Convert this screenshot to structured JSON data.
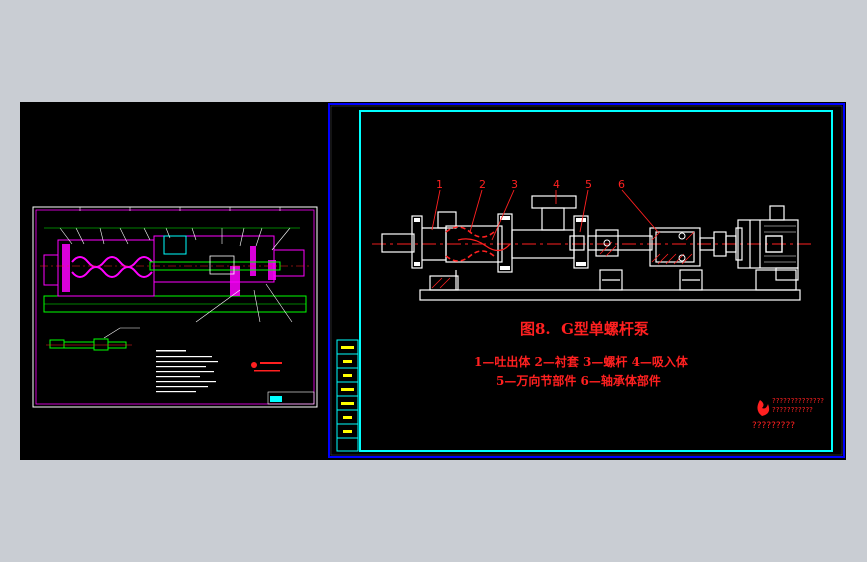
{
  "main_drawing": {
    "callouts": [
      "1",
      "2",
      "3",
      "4",
      "5",
      "6"
    ],
    "title": "图8.  G型单螺杆泵",
    "legend_line1": "1—吐出体 2—衬套 3—螺杆 4—吸入体",
    "legend_line2": "5—万向节部件 6—轴承体部件",
    "logo_line1": "??????????????",
    "logo_line2": "???????????",
    "logo_line3": "?????????"
  },
  "title_block": {
    "cells": [
      "",
      "",
      "",
      "",
      "",
      "",
      "",
      ""
    ]
  },
  "colors": {
    "background": "#c9cdd3",
    "canvas": "#000000",
    "frame": "#0000ff",
    "border": "#00ffff",
    "drawing": "#ffffff",
    "callout": "#ff2020",
    "centerline": "#ff2020",
    "accent": "#ff00ff",
    "green": "#00ff00"
  }
}
